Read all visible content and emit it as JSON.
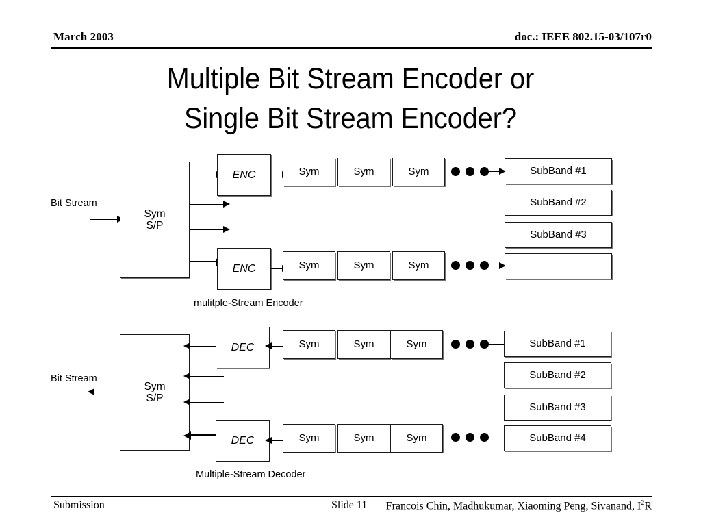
{
  "header": {
    "date": "March 2003",
    "doc": "doc.: IEEE 802.15-03/107r0"
  },
  "title": "Multiple Bit Stream Encoder or\nSingle Bit Stream Encoder?",
  "encoder_diagram": {
    "caption": "mulitple-Stream Encoder",
    "input_label": "Bit Stream",
    "sp_block": "Sym\nS/P",
    "coder_top": "ENC",
    "coder_bottom": "ENC",
    "sym_top": [
      "Sym",
      "Sym",
      "Sym"
    ],
    "sym_bottom": [
      "Sym",
      "Sym",
      "Sym"
    ],
    "subbands": [
      "SubBand #1",
      "SubBand #2",
      "SubBand #3",
      ""
    ]
  },
  "decoder_diagram": {
    "caption": "Multiple-Stream Decoder",
    "output_label": "Bit Stream",
    "sp_block": "Sym\nS/P",
    "coder_top": "DEC",
    "coder_bottom": "DEC",
    "sym_top": [
      "Sym",
      "Sym",
      "Sym"
    ],
    "sym_bottom": [
      "Sym",
      "Sym",
      "Sym"
    ],
    "subbands": [
      "SubBand #1",
      "SubBand #2",
      "SubBand #3",
      "SubBand #4"
    ]
  },
  "footer": {
    "left": "Submission",
    "center": "Slide 11",
    "authors_pre": "Francois Chin, Madhukumar, Xiaoming Peng, Sivanand, I",
    "authors_sup": "2",
    "authors_post": "R"
  }
}
